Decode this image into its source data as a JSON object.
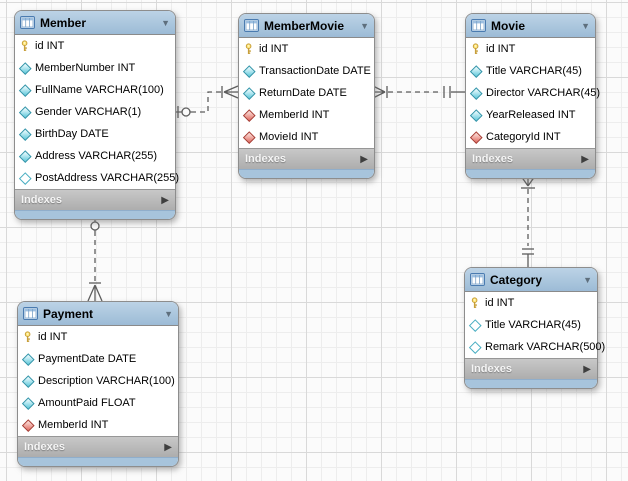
{
  "diagram": {
    "labels": {
      "indexes": "Indexes"
    },
    "tables": [
      {
        "name": "Member",
        "columns": [
          {
            "icon": "primary-key",
            "label": "id INT"
          },
          {
            "icon": "not-null",
            "label": "MemberNumber INT"
          },
          {
            "icon": "not-null",
            "label": "FullName VARCHAR(100)"
          },
          {
            "icon": "not-null",
            "label": "Gender VARCHAR(1)"
          },
          {
            "icon": "not-null",
            "label": "BirthDay DATE"
          },
          {
            "icon": "not-null",
            "label": "Address VARCHAR(255)"
          },
          {
            "icon": "nullable",
            "label": "PostAddress VARCHAR(255)"
          }
        ]
      },
      {
        "name": "MemberMovie",
        "columns": [
          {
            "icon": "primary-key",
            "label": "id INT"
          },
          {
            "icon": "not-null",
            "label": "TransactionDate DATE"
          },
          {
            "icon": "not-null",
            "label": "ReturnDate DATE"
          },
          {
            "icon": "foreign-key",
            "label": "MemberId INT"
          },
          {
            "icon": "foreign-key",
            "label": "MovieId INT"
          }
        ]
      },
      {
        "name": "Movie",
        "columns": [
          {
            "icon": "primary-key",
            "label": "id INT"
          },
          {
            "icon": "not-null",
            "label": "Title VARCHAR(45)"
          },
          {
            "icon": "not-null",
            "label": "Director VARCHAR(45)"
          },
          {
            "icon": "not-null",
            "label": "YearReleased INT"
          },
          {
            "icon": "foreign-key",
            "label": "CategoryId INT"
          }
        ]
      },
      {
        "name": "Payment",
        "columns": [
          {
            "icon": "primary-key",
            "label": "id INT"
          },
          {
            "icon": "not-null",
            "label": "PaymentDate DATE"
          },
          {
            "icon": "not-null",
            "label": "Description VARCHAR(100)"
          },
          {
            "icon": "not-null",
            "label": "AmountPaid FLOAT"
          },
          {
            "icon": "foreign-key",
            "label": "MemberId INT"
          }
        ]
      },
      {
        "name": "Category",
        "columns": [
          {
            "icon": "primary-key",
            "label": "id INT"
          },
          {
            "icon": "nullable",
            "label": "Title VARCHAR(45)"
          },
          {
            "icon": "nullable",
            "label": "Remark VARCHAR(500)"
          }
        ]
      }
    ],
    "relationships": [
      {
        "from": "Member",
        "to": "MemberMovie",
        "from_notation": "one-optional (bar + ring)",
        "to_notation": "many (bar + crow's foot)",
        "line_style": "dashed"
      },
      {
        "from": "MemberMovie",
        "to": "Movie",
        "from_notation": "many (crow's foot + bar)",
        "to_notation": "one (double bar)",
        "line_style": "dashed"
      },
      {
        "from": "Movie",
        "to": "Category",
        "from_notation": "many (crow's foot + bar)",
        "to_notation": "one (double bar)",
        "line_style": "dashed"
      },
      {
        "from": "Member",
        "to": "Payment",
        "from_notation": "one-optional (bar + ring)",
        "to_notation": "many (bar + crow's foot)",
        "line_style": "dashed"
      }
    ],
    "colors": {
      "table_header": "#a9c5de",
      "table_footer": "#b5b5b5",
      "primary_key_icon": "#ffe87c",
      "not_null_icon": "#5cc8da",
      "nullable_icon": "#ffffff",
      "foreign_key_icon": "#e0695f",
      "connector": "#5d5d5d"
    }
  }
}
